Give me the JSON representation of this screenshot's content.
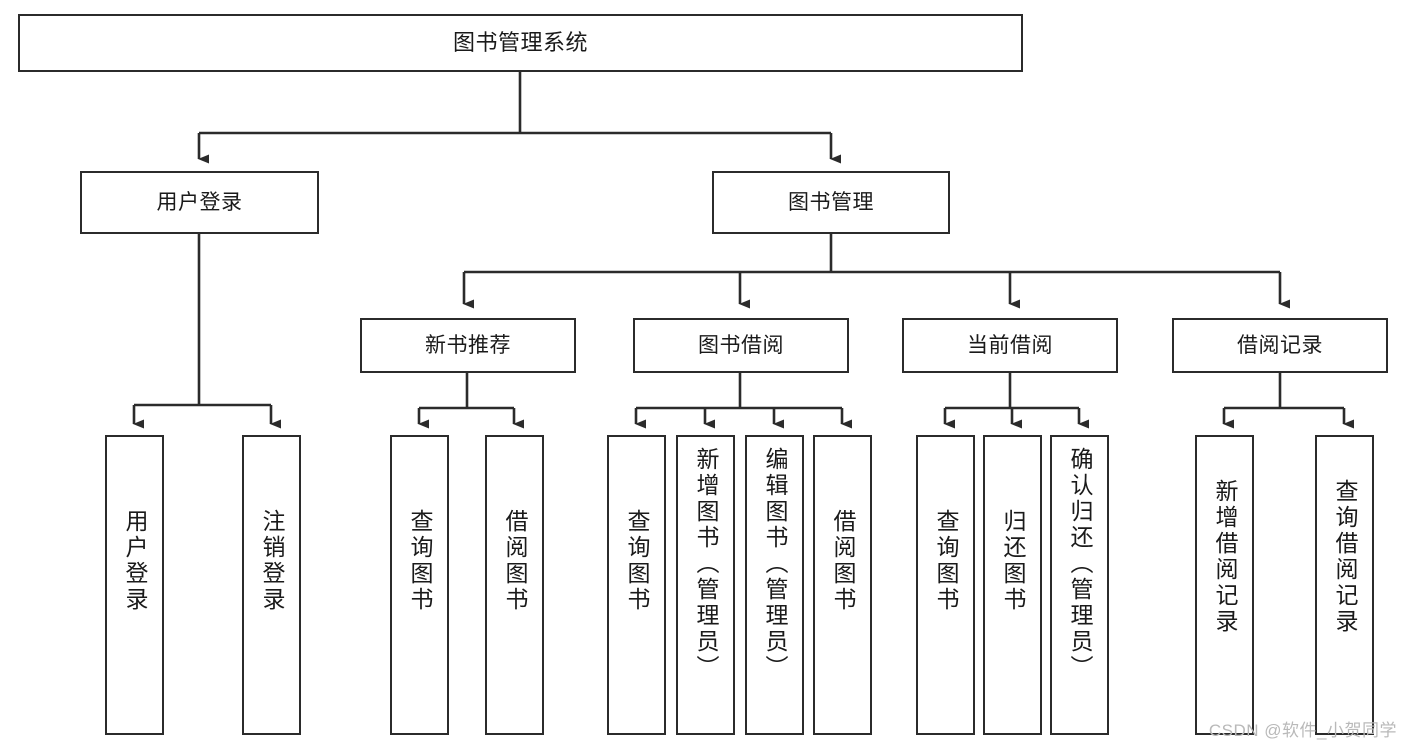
{
  "diagram": {
    "title": "图书管理系统",
    "watermark": "CSDN @软件_小贺同学",
    "colors": {
      "stroke": "#2b2b2b",
      "fill": "#ffffff",
      "text": "#1a1a1a",
      "watermark": "#b9b9b9"
    },
    "nodes": {
      "root": {
        "label": "图书管理系统",
        "level": 1
      },
      "user_login": {
        "label": "用户登录",
        "level": 2
      },
      "book_manage": {
        "label": "图书管理",
        "level": 2
      },
      "new_book_rec": {
        "label": "新书推荐",
        "level": 3
      },
      "book_borrow": {
        "label": "图书借阅",
        "level": 3
      },
      "current_borrow": {
        "label": "当前借阅",
        "level": 3
      },
      "borrow_record": {
        "label": "借阅记录",
        "level": 3
      },
      "leaf_user_login": {
        "label": "用户登录",
        "level": 4
      },
      "leaf_logout": {
        "label": "注销登录",
        "level": 4
      },
      "leaf_query_book_1": {
        "label": "查询图书",
        "level": 4
      },
      "leaf_borrow_book_1": {
        "label": "借阅图书",
        "level": 4
      },
      "leaf_query_book_2": {
        "label": "查询图书",
        "level": 4
      },
      "leaf_add_book": {
        "label": "新增图书（管理员）",
        "level": 4
      },
      "leaf_edit_book": {
        "label": "编辑图书（管理员）",
        "level": 4
      },
      "leaf_borrow_book_2": {
        "label": "借阅图书",
        "level": 4
      },
      "leaf_query_book_3": {
        "label": "查询图书",
        "level": 4
      },
      "leaf_return_book": {
        "label": "归还图书",
        "level": 4
      },
      "leaf_confirm_return": {
        "label": "确认归还（管理员）",
        "level": 4
      },
      "leaf_add_record": {
        "label": "新增借阅记录",
        "level": 4
      },
      "leaf_query_record": {
        "label": "查询借阅记录",
        "level": 4
      }
    },
    "edges": [
      {
        "from": "root",
        "to": "user_login"
      },
      {
        "from": "root",
        "to": "book_manage"
      },
      {
        "from": "book_manage",
        "to": "new_book_rec"
      },
      {
        "from": "book_manage",
        "to": "book_borrow"
      },
      {
        "from": "book_manage",
        "to": "current_borrow"
      },
      {
        "from": "book_manage",
        "to": "borrow_record"
      },
      {
        "from": "user_login",
        "to": "leaf_user_login"
      },
      {
        "from": "user_login",
        "to": "leaf_logout"
      },
      {
        "from": "new_book_rec",
        "to": "leaf_query_book_1"
      },
      {
        "from": "new_book_rec",
        "to": "leaf_borrow_book_1"
      },
      {
        "from": "book_borrow",
        "to": "leaf_query_book_2"
      },
      {
        "from": "book_borrow",
        "to": "leaf_add_book"
      },
      {
        "from": "book_borrow",
        "to": "leaf_edit_book"
      },
      {
        "from": "book_borrow",
        "to": "leaf_borrow_book_2"
      },
      {
        "from": "current_borrow",
        "to": "leaf_query_book_3"
      },
      {
        "from": "current_borrow",
        "to": "leaf_return_book"
      },
      {
        "from": "current_borrow",
        "to": "leaf_confirm_return"
      },
      {
        "from": "borrow_record",
        "to": "leaf_add_record"
      },
      {
        "from": "borrow_record",
        "to": "leaf_query_record"
      }
    ]
  }
}
